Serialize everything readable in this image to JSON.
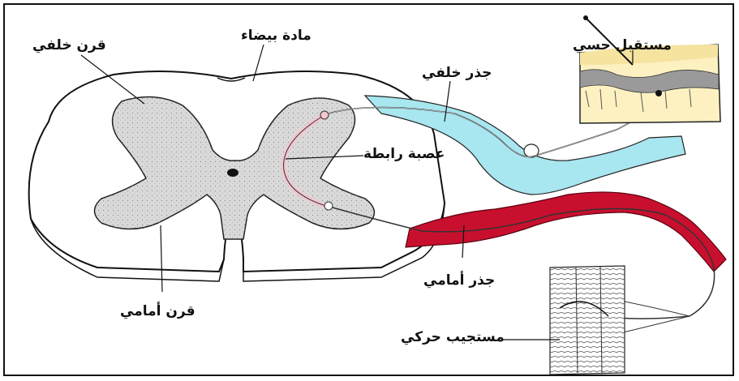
{
  "diagram": {
    "labels": {
      "white_matter": "مادة بيضاء",
      "dorsal_horn": "قرن خلفي",
      "dorsal_root": "جذر خلفي",
      "sensory_receptor": "مستقبل حسي",
      "interneuron": "عصبة رابطة",
      "ventral_root": "جذر أمامي",
      "ventral_horn": "قرن أمامي",
      "motor_effector": "مستجيب حركي"
    },
    "colors": {
      "dorsal_root": "#a8e6f0",
      "ventral_root": "#c8102e",
      "interneuron": "#f4c6d0",
      "grey_matter": "#d9d9d9",
      "skin": "#fdf1c2"
    }
  }
}
